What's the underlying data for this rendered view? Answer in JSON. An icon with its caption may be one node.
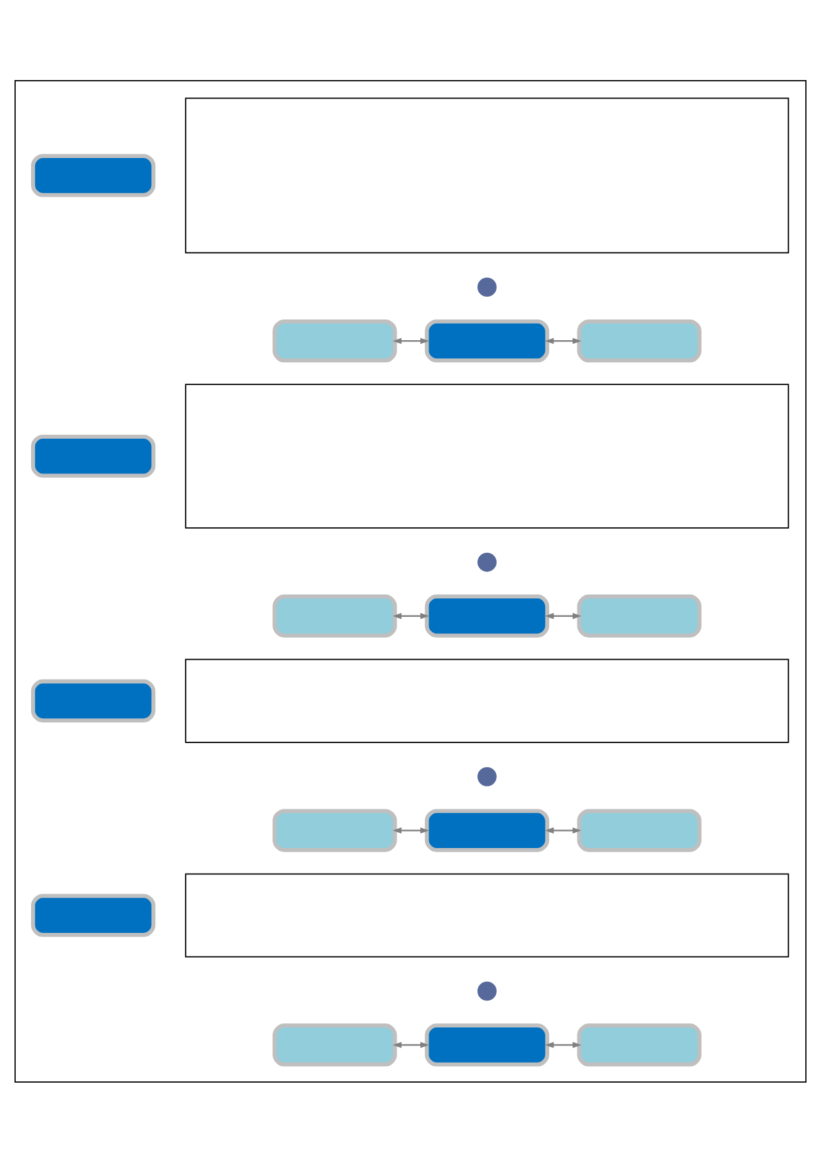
{
  "diagram": {
    "nodes": [
      {
        "text": [],
        "shape": "box"
      },
      {
        "text": [],
        "shape": "box",
        "in": 0
      },
      {
        "text": [],
        "shape": "box",
        "in": 0
      },
      {
        "text": [],
        "shape": "circle",
        "in": 0
      },
      {
        "text": [],
        "shape": "box",
        "in": 0
      },
      {
        "text": [],
        "shape": "box",
        "in": 0
      },
      {
        "text": [],
        "shape": "box",
        "in": 0
      },
      {
        "text": [],
        "shape": "box",
        "in": 0
      },
      {
        "text": [],
        "shape": "box",
        "in": 0
      },
      {
        "text": [],
        "shape": "circle",
        "in": 0
      },
      {
        "text": [],
        "shape": "box",
        "in": 0
      },
      {
        "text": [],
        "shape": "box",
        "in": 0
      },
      {
        "text": [],
        "shape": "box",
        "in": 0
      },
      {
        "text": [],
        "shape": "box",
        "in": 0
      },
      {
        "text": [],
        "shape": "box",
        "in": 0
      },
      {
        "text": [],
        "shape": "circle",
        "in": 0
      },
      {
        "text": [],
        "shape": "box",
        "in": 0
      },
      {
        "text": [],
        "shape": "box",
        "in": 0
      },
      {
        "text": [],
        "shape": "box",
        "in": 0
      },
      {
        "text": [],
        "shape": "box",
        "in": 0
      },
      {
        "text": [],
        "shape": "box",
        "in": 0
      },
      {
        "text": [],
        "shape": "circle",
        "in": 0
      },
      {
        "text": [],
        "shape": "box",
        "in": 0
      },
      {
        "text": [],
        "shape": "box",
        "in": 0
      },
      {
        "text": [],
        "shape": "box",
        "in": 0
      }
    ],
    "edges": [
      {
        "from": 4,
        "to": 5,
        "arrow": "both"
      },
      {
        "from": 5,
        "to": 6,
        "arrow": "both"
      },
      {
        "from": 10,
        "to": 11,
        "arrow": "both"
      },
      {
        "from": 11,
        "to": 12,
        "arrow": "both"
      },
      {
        "from": 16,
        "to": 17,
        "arrow": "both"
      },
      {
        "from": 17,
        "to": 18,
        "arrow": "both"
      },
      {
        "from": 22,
        "to": 23,
        "arrow": "both"
      },
      {
        "from": 23,
        "to": 24,
        "arrow": "both"
      }
    ]
  }
}
